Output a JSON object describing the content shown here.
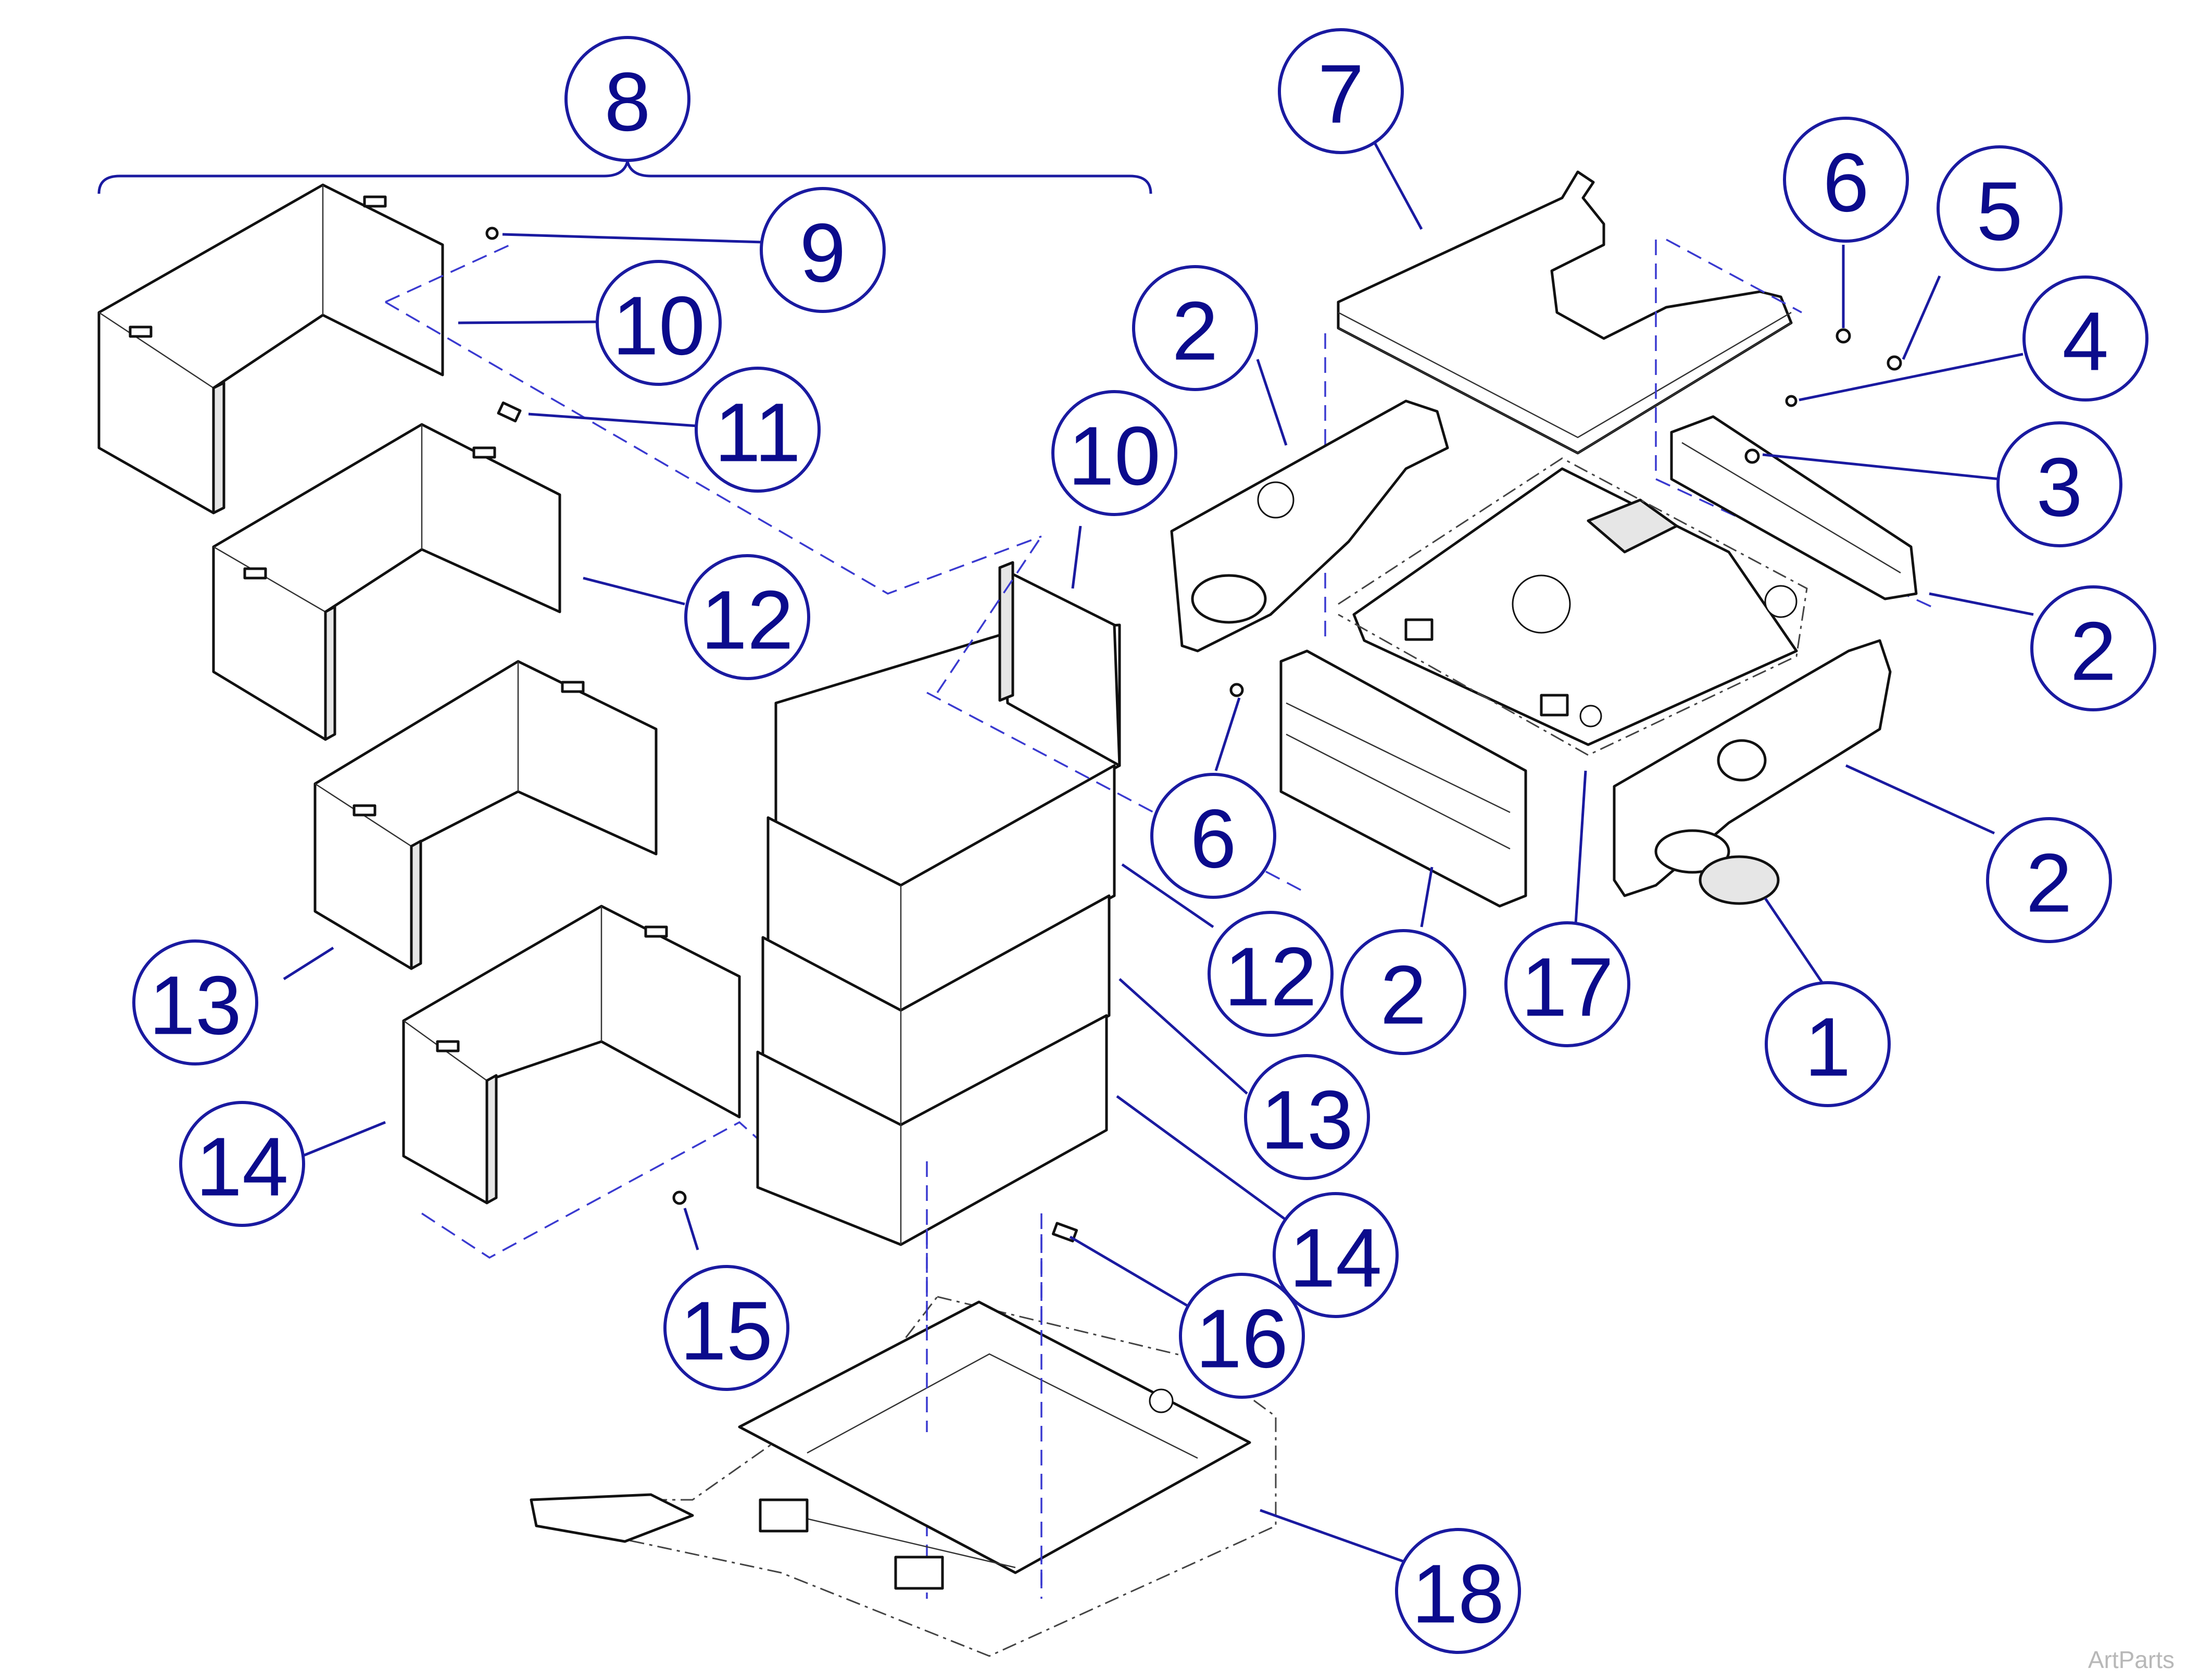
{
  "watermark": "ArtParts",
  "callouts": [
    {
      "id": "c8",
      "label": "8"
    },
    {
      "id": "c7",
      "label": "7"
    },
    {
      "id": "c6a",
      "label": "6"
    },
    {
      "id": "c5",
      "label": "5"
    },
    {
      "id": "c9",
      "label": "9"
    },
    {
      "id": "c10a",
      "label": "10"
    },
    {
      "id": "c2a",
      "label": "2"
    },
    {
      "id": "c4",
      "label": "4"
    },
    {
      "id": "c11",
      "label": "11"
    },
    {
      "id": "c10b",
      "label": "10"
    },
    {
      "id": "c3",
      "label": "3"
    },
    {
      "id": "c12a",
      "label": "12"
    },
    {
      "id": "c2b",
      "label": "2"
    },
    {
      "id": "c6b",
      "label": "6"
    },
    {
      "id": "c2c",
      "label": "2"
    },
    {
      "id": "c13a",
      "label": "13"
    },
    {
      "id": "c12b",
      "label": "12"
    },
    {
      "id": "c2d",
      "label": "2"
    },
    {
      "id": "c17",
      "label": "17"
    },
    {
      "id": "c1",
      "label": "1"
    },
    {
      "id": "c13b",
      "label": "13"
    },
    {
      "id": "c14a",
      "label": "14"
    },
    {
      "id": "c14b",
      "label": "14"
    },
    {
      "id": "c15",
      "label": "15"
    },
    {
      "id": "c16",
      "label": "16"
    },
    {
      "id": "c18",
      "label": "18"
    }
  ],
  "colors": {
    "callout": "#1a1aa0",
    "line": "#111111",
    "dash": "#3a3ad0"
  }
}
